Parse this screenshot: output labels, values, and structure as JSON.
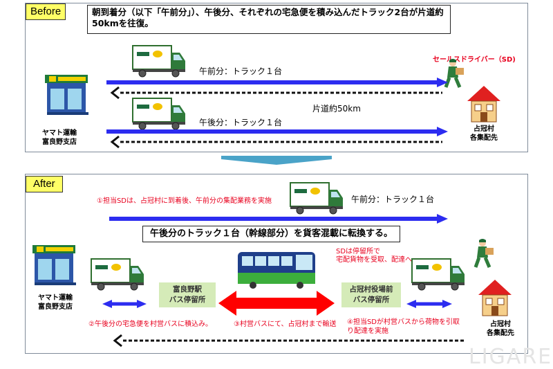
{
  "before": {
    "tag": "Before",
    "description": "朝到着分（以下「午前分」）、午後分、それぞれの宅急便を積み込んだトラック2台が片道約50kmを往復。",
    "morning_label": "午前分：トラック１台",
    "afternoon_label": "午後分：トラック１台",
    "distance_label": "片道約50km",
    "sd_label": "セールスドライバー（SD)",
    "store_name": "ヤマト運輸\n富良野支店",
    "village_name": "占冠村\n各集配先"
  },
  "after": {
    "tag": "After",
    "step1": "①担当SDは、占冠村に到着後、午前分の集配業務を実施",
    "morning_label": "午前分：トラック１台",
    "headline": "午後分のトラック１台（幹線部分）を貨客混載に転換する。",
    "sd_note": "SDは停留所で\n宅配貨物を受取、配達へ",
    "store_name": "ヤマト運輸\n富良野支店",
    "stop1": "富良野駅\nバス停留所",
    "stop2": "占冠村役場前\nバス停留所",
    "step2": "②午後分の宅急便を村営バスに積込み。",
    "step3": "③村営バスにて、占冠村まで輸送",
    "step4": "④担当SDが村営バスから荷物を引取\nり配達を実施",
    "village_name": "占冠村\n各集配先"
  },
  "watermark": "LIGARE",
  "colors": {
    "arrow_blue": "#2c2cf0",
    "arrow_red": "#ff0000",
    "tag_yellow": "#ffff66",
    "stop_green": "#d5ebb8",
    "note_red": "#e8001e",
    "down_arrow": "#4aa3c8"
  }
}
